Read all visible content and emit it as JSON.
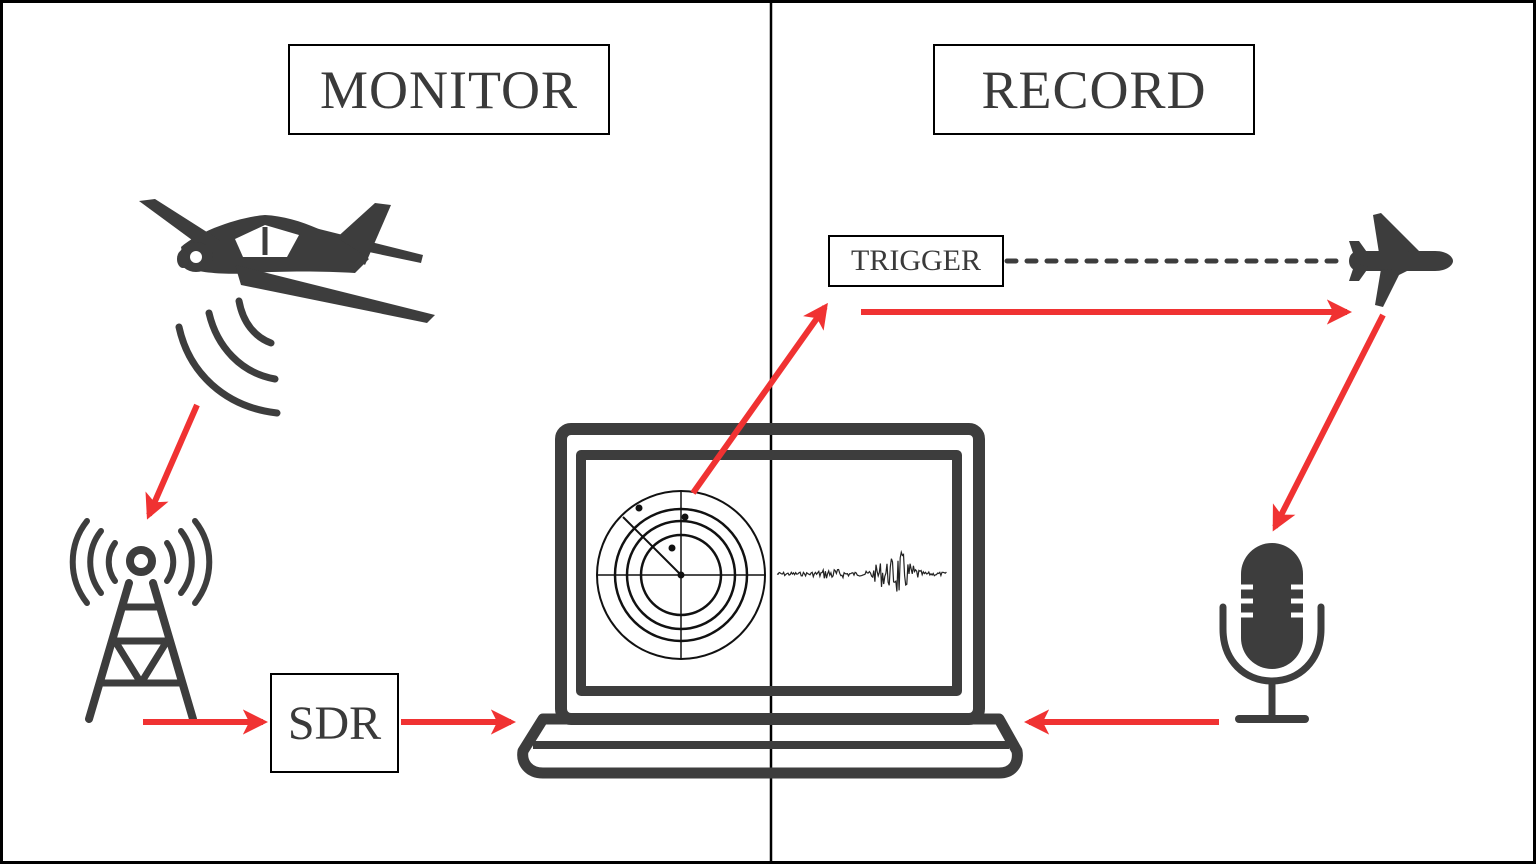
{
  "sections": {
    "monitor": {
      "title": "MONITOR"
    },
    "record": {
      "title": "RECORD"
    }
  },
  "labels": {
    "trigger": "TRIGGER",
    "sdr": "SDR"
  },
  "icons": {
    "aircraft_small": "propeller-airplane-icon",
    "signal_waves": "radio-waves-icon",
    "antenna": "radio-tower-icon",
    "laptop": "laptop-icon",
    "radar": "radar-display-icon",
    "waveform": "audio-waveform-icon",
    "jet": "jet-airplane-icon",
    "microphone": "microphone-icon"
  },
  "colors": {
    "arrow": "#f03232",
    "icon": "#3d3d3d",
    "frame": "#000000"
  }
}
